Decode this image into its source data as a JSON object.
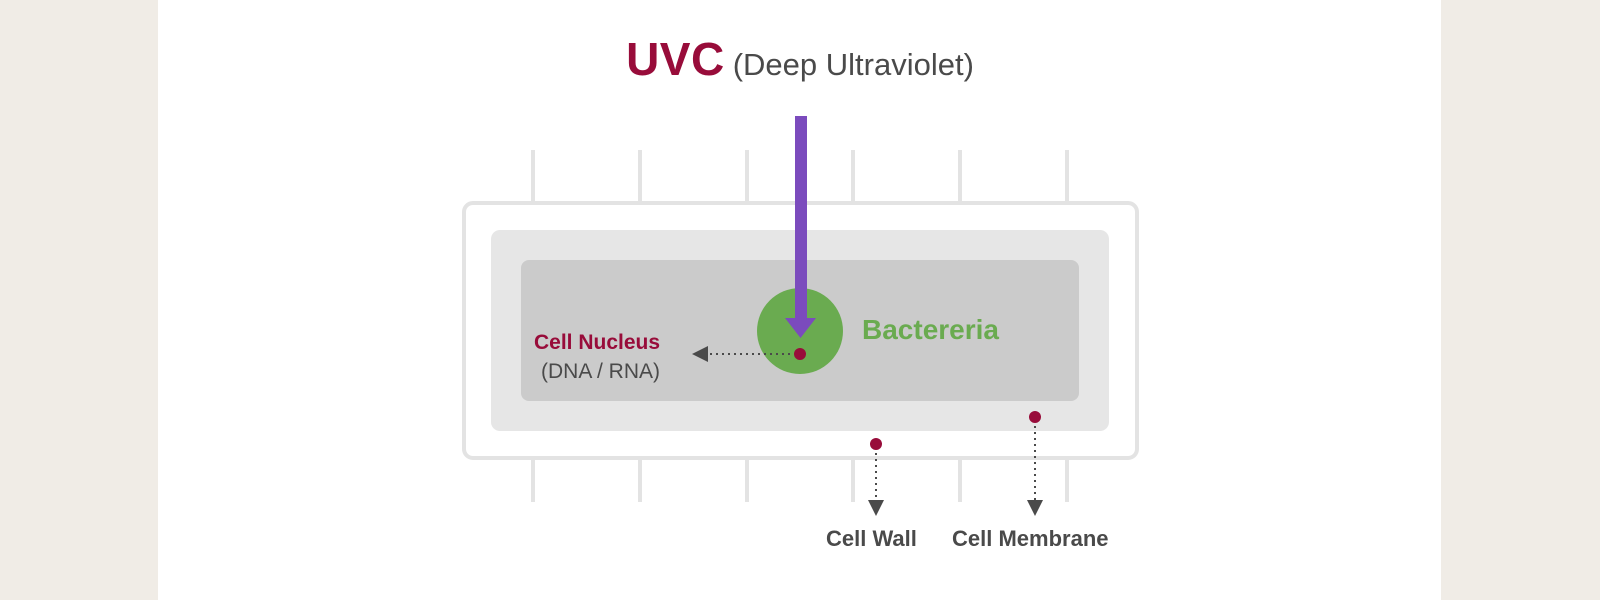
{
  "title": {
    "main": "UVC",
    "sub": "(Deep Ultraviolet)"
  },
  "labels": {
    "nucleus_name": "Cell Nucleus",
    "nucleus_sub": "(DNA / RNA)",
    "bacteria": "Bactereria",
    "cell_wall": "Cell Wall",
    "cell_membrane": "Cell Membrane"
  },
  "colors": {
    "accent_red": "#980c3a",
    "uv_purple": "#7b4bbd",
    "bacteria_green": "#6aab50",
    "text_gray": "#4a4a4a",
    "background": "#f0ece6"
  }
}
